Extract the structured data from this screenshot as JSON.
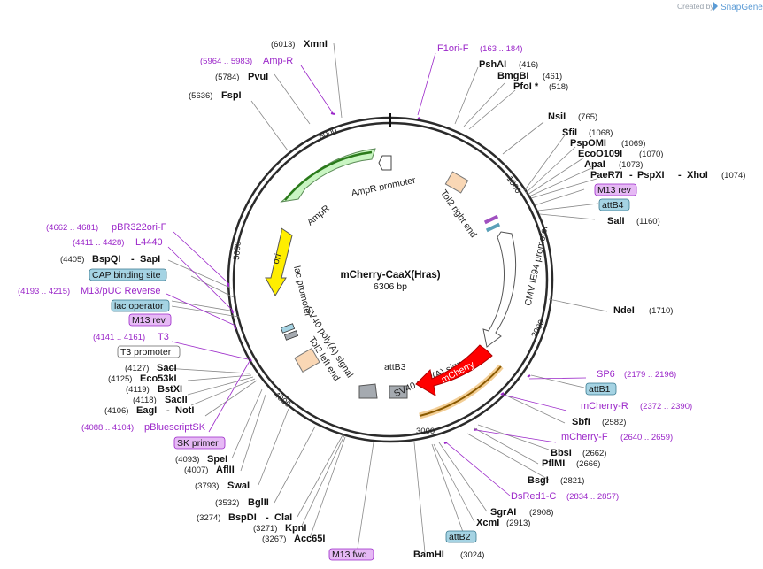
{
  "credit": {
    "created_by": "Created by",
    "brand": "SnapGene"
  },
  "plasmid": {
    "name": "mCherry-CaaX(Hras)",
    "size": "6306 bp"
  },
  "ticks": [
    "1000",
    "2000",
    "3000",
    "4000",
    "5000",
    "6000"
  ],
  "enzymes": [
    {
      "name": "XmnI",
      "pos": "(6013)"
    },
    {
      "name": "PvuI",
      "pos": "(5784)"
    },
    {
      "name": "FspI",
      "pos": "(5636)"
    },
    {
      "name": "PshAI",
      "pos": "(416)"
    },
    {
      "name": "BmgBI",
      "pos": "(461)"
    },
    {
      "name": "PfoI *",
      "pos": "(518)"
    },
    {
      "name": "NsiI",
      "pos": "(765)"
    },
    {
      "name": "SfiI",
      "pos": "(1068)"
    },
    {
      "name": "PspOMI",
      "pos": "(1069)"
    },
    {
      "name": "EcoO109I",
      "pos": "(1070)"
    },
    {
      "name": "ApaI",
      "pos": "(1073)"
    },
    {
      "name": "PaeR7I",
      "pos": ""
    },
    {
      "name": "PspXI",
      "pos": ""
    },
    {
      "name": "XhoI",
      "pos": "(1074)"
    },
    {
      "name": "SalI",
      "pos": "(1160)"
    },
    {
      "name": "NdeI",
      "pos": "(1710)"
    },
    {
      "name": "SbfI",
      "pos": "(2582)"
    },
    {
      "name": "BbsI",
      "pos": "(2662)"
    },
    {
      "name": "PflMI",
      "pos": "(2666)"
    },
    {
      "name": "BsgI",
      "pos": "(2821)"
    },
    {
      "name": "SgrAI",
      "pos": "(2908)"
    },
    {
      "name": "XcmI",
      "pos": "(2913)"
    },
    {
      "name": "BamHI",
      "pos": "(3024)"
    },
    {
      "name": "BspQI",
      "pos": "(4405)"
    },
    {
      "name": "SapI",
      "pos": ""
    },
    {
      "name": "SacI",
      "pos": "(4127)"
    },
    {
      "name": "Eco53kI",
      "pos": "(4125)"
    },
    {
      "name": "BstXI",
      "pos": "(4119)"
    },
    {
      "name": "SacII",
      "pos": "(4118)"
    },
    {
      "name": "EagI",
      "pos": "(4106)"
    },
    {
      "name": "NotI",
      "pos": ""
    },
    {
      "name": "SpeI",
      "pos": "(4093)"
    },
    {
      "name": "AflII",
      "pos": "(4007)"
    },
    {
      "name": "SwaI",
      "pos": "(3793)"
    },
    {
      "name": "BglII",
      "pos": "(3532)"
    },
    {
      "name": "BspDI",
      "pos": "(3274)"
    },
    {
      "name": "ClaI",
      "pos": ""
    },
    {
      "name": "KpnI",
      "pos": "(3271)"
    },
    {
      "name": "Acc65I",
      "pos": "(3267)"
    }
  ],
  "primers": [
    {
      "name": "Amp-R",
      "range": "(5964 .. 5983)"
    },
    {
      "name": "F1ori-F",
      "range": "(163 .. 184)"
    },
    {
      "name": "pBR322ori-F",
      "range": "(4662 .. 4681)"
    },
    {
      "name": "L4440",
      "range": "(4411 .. 4428)"
    },
    {
      "name": "M13/pUC Reverse",
      "range": "(4193 .. 4215)"
    },
    {
      "name": "T3",
      "range": "(4141 .. 4161)"
    },
    {
      "name": "pBluescriptSK",
      "range": "(4088 .. 4104)"
    },
    {
      "name": "SP6",
      "range": "(2179 .. 2196)"
    },
    {
      "name": "mCherry-R",
      "range": "(2372 .. 2390)"
    },
    {
      "name": "mCherry-F",
      "range": "(2640 .. 2659)"
    },
    {
      "name": "DsRed1-C",
      "range": "(2834 .. 2857)"
    }
  ],
  "boxes": {
    "m13rev_top": "M13 rev",
    "attB4": "attB4",
    "cap": "CAP binding site",
    "lac": "lac operator",
    "m13rev_left": "M13 rev",
    "t3prom": "T3 promoter",
    "skprimer": "SK primer",
    "m13fwd": "M13 fwd",
    "attB2": "attB2",
    "attB1": "attB1"
  },
  "features": {
    "ampr": "AmpR",
    "ampr_prom": "AmpR promoter",
    "ori": "ori",
    "lac_prom": "lac promoter",
    "sv40_left": "SV40 poly(A) signal",
    "tol2_left": "Tol2 left end",
    "tol2_right": "Tol2 right end",
    "cmv": "CMV IE94 promoter",
    "mcherry": "mCherry",
    "sv40_right": "SV40 poly(A) signal",
    "attB3": "attB3"
  },
  "colors": {
    "backbone": "#2b2b2b",
    "ampr": "#c9f5c2",
    "ori": "#ffee00",
    "mcherry": "#ff0000",
    "promoter": "#ffffff",
    "tol2": "#f9d7b5",
    "primer": "#9b27c9",
    "primer_box": "#e6b9f5",
    "site_box": "#a5d3e3",
    "polyA": "#a5aab0"
  }
}
